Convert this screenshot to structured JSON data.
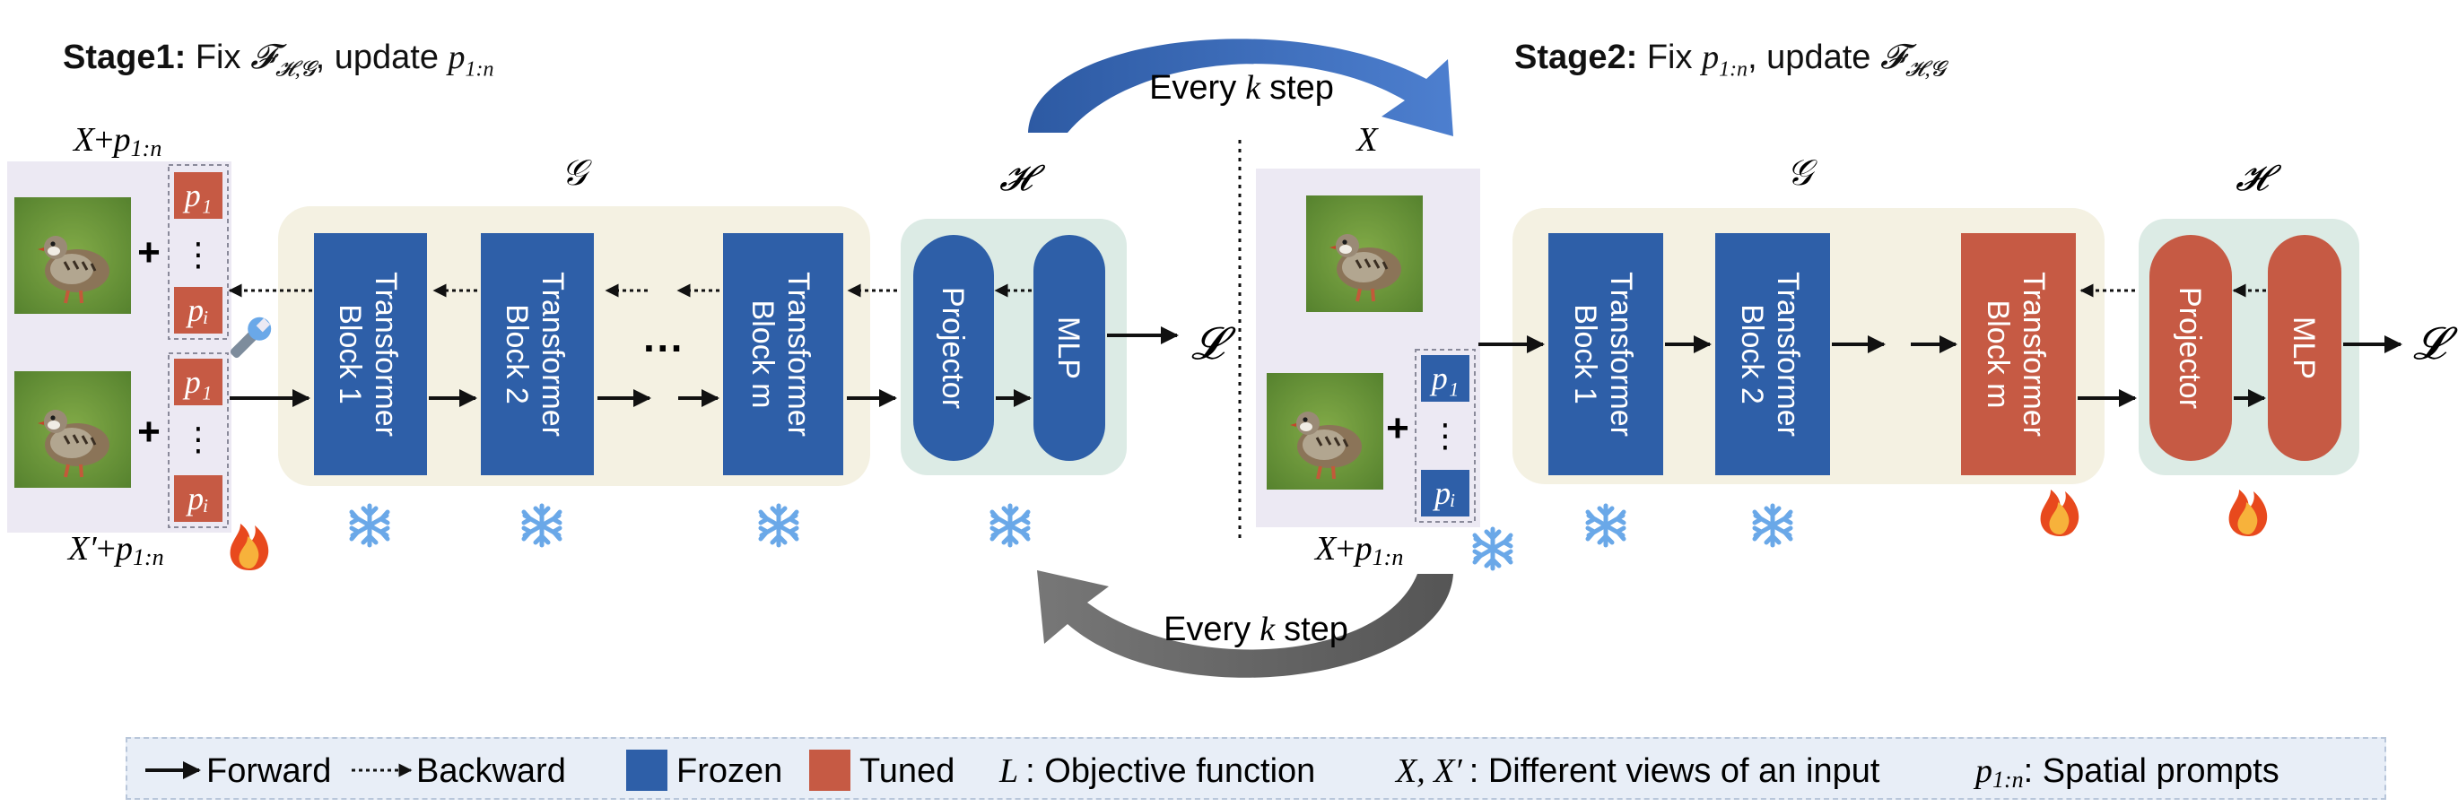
{
  "stage1": {
    "bold": "Stage1:",
    "fix_word": "Fix",
    "fix_sym": "𝓕",
    "fix_sub": "𝓗,𝓖",
    "sep": ", update",
    "upd_sym": "p",
    "upd_sub": "1:n"
  },
  "stage2": {
    "bold": "Stage2:",
    "fix_word": "Fix",
    "fix_sym": "p",
    "fix_sub": "1:n",
    "sep": ", update",
    "upd_sym": "𝓕",
    "upd_sub": "𝓗,𝓖"
  },
  "left_input": {
    "top_x": "X",
    "plus": "+",
    "top_p": "p",
    "top_sub": "1:n",
    "bottom_x": "X′",
    "bottom_p": "p",
    "bottom_sub": "1:n"
  },
  "right_input": {
    "label": "X"
  },
  "group_g": "𝒢",
  "group_h": "𝓗",
  "prompt_p1": "p₁",
  "prompt_dots": "⋮",
  "prompt_pi": "pᵢ",
  "img_plus": "+",
  "blocks": {
    "b1": [
      "Transformer",
      "Block 1"
    ],
    "b2": [
      "Transformer",
      "Block 2"
    ],
    "bm": [
      "Transformer",
      "Block m"
    ],
    "dots": "···",
    "projector": "Projector",
    "mlp": "MLP"
  },
  "loss": "𝓛",
  "cycle": {
    "every": "Every",
    "k": "k",
    "step": "step"
  },
  "legend": {
    "forward": "Forward",
    "backward": "Backward",
    "frozen": "Frozen",
    "tuned": "Tuned",
    "objective_sym": "L",
    "objective": ": Objective function",
    "views_sym": "X, X′",
    "views": ": Different views of an input",
    "prompts_sym": "p",
    "prompts_sub": "1:n",
    "prompts": ": Spatial prompts"
  },
  "colors": {
    "frozen": "#2e5fa8",
    "tuned": "#c65a44",
    "backbone": "#f4f1e2",
    "head": "#dcebe5",
    "input_bg": "#ece9f3"
  }
}
